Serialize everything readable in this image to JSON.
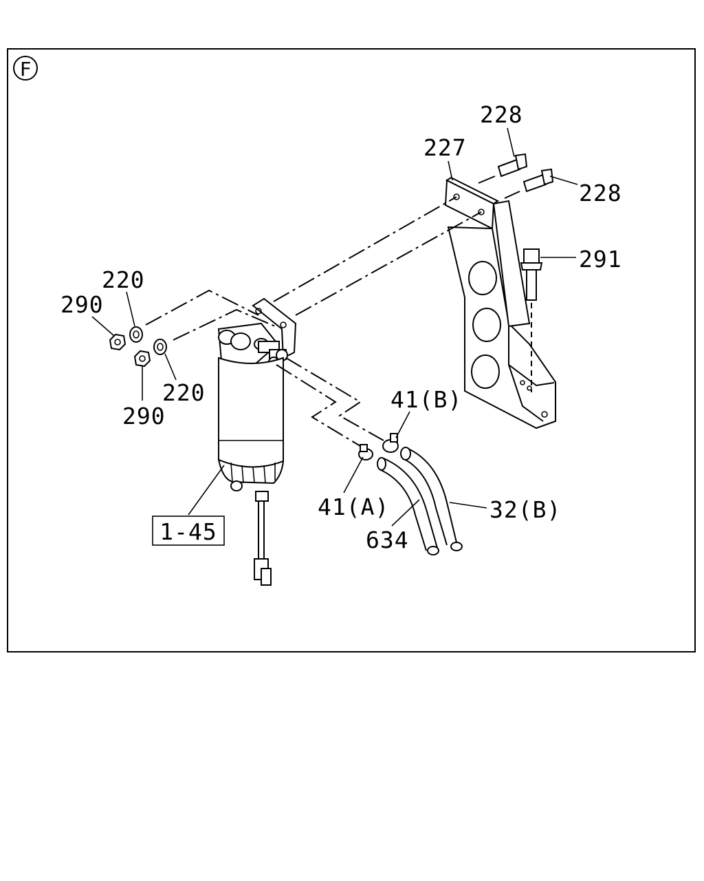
{
  "view_marker": "F",
  "callouts": {
    "c228_top": "228",
    "c228_right": "228",
    "c227": "227",
    "c291": "291",
    "c220_top": "220",
    "c220_bottom": "220",
    "c290_top": "290",
    "c290_bottom": "290",
    "c41b": "41(B)",
    "c41a": "41(A)",
    "c32b": "32(B)",
    "c634": "634",
    "c145": "1-45"
  }
}
